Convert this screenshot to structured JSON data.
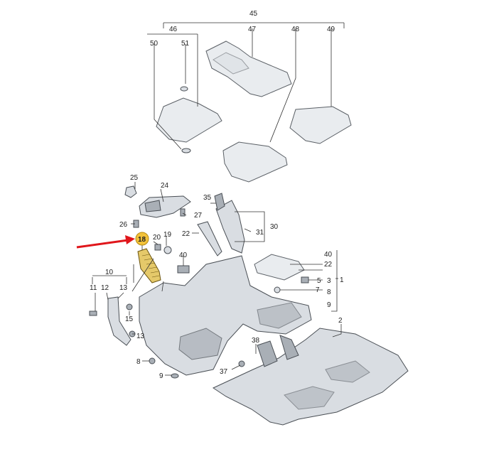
{
  "callouts": {
    "c45": "45",
    "c46": "46",
    "c47": "47",
    "c48": "48",
    "c49": "49",
    "c50": "50",
    "c51": "51",
    "c25": "25",
    "c24": "24",
    "c35": "35",
    "c27": "27",
    "c26": "26",
    "c30": "30",
    "c31": "31",
    "c22a": "22",
    "c18": "18",
    "c20": "20",
    "c19": "19",
    "c40a": "40",
    "c40b": "40",
    "c22b": "22",
    "c3": "3",
    "c5": "5",
    "c1": "1",
    "c8a": "8",
    "c7": "7",
    "c9a": "9",
    "c10": "10",
    "c11": "11",
    "c12": "12",
    "c13a": "13",
    "c15": "15",
    "c13b": "13",
    "c2": "2",
    "c38": "38",
    "c37": "37",
    "c8b": "8",
    "c9b": "9"
  },
  "colors": {
    "highlight_badge": "#f2c23a",
    "highlight_part": "#e5c96a",
    "pointer_arrow": "#e0161b",
    "part_fill": "#d9dde2"
  }
}
